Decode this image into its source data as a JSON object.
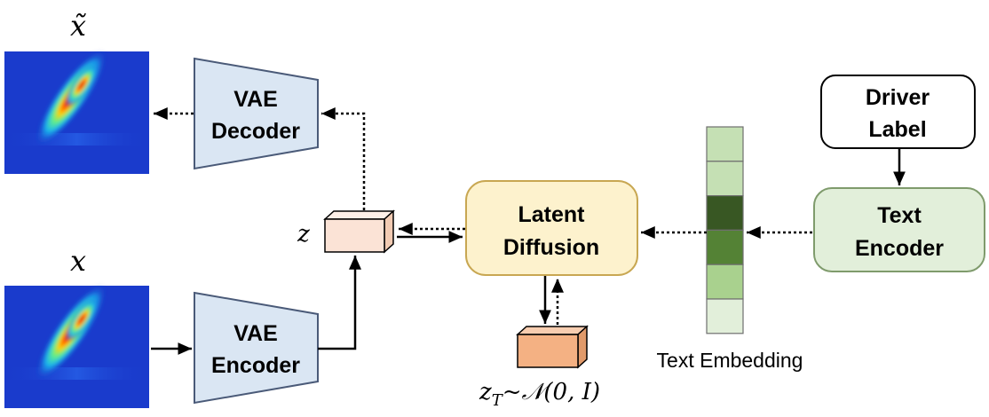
{
  "symbols": {
    "x_tilde": "x̃",
    "x": "x",
    "z": "z",
    "zT_main": "z",
    "zT_sub": "T",
    "zT_rest": "~𝒩(0, I)"
  },
  "boxes": {
    "vae_decoder": {
      "line1": "VAE",
      "line2": "Decoder"
    },
    "vae_encoder": {
      "line1": "VAE",
      "line2": "Encoder"
    },
    "latent_diffusion": {
      "line1": "Latent",
      "line2": "Diffusion"
    },
    "text_encoder": {
      "line1": "Text",
      "line2": "Encoder"
    },
    "driver_label": {
      "line1": "Driver",
      "line2": "Label"
    }
  },
  "captions": {
    "text_embedding": "Text Embedding"
  },
  "colors": {
    "vae_fill": "#dae6f3",
    "vae_stroke": "#4a5a78",
    "latent_fill": "#fdf2cd",
    "latent_stroke": "#c8a752",
    "text_encoder_fill": "#e2efda",
    "text_encoder_stroke": "#7f9b6c",
    "z_cube": "#fbe3d6",
    "zT_cube": "#f4b183",
    "heatmap_bg": "#1a3bcc",
    "embedding_cells": [
      "#c5e0b4",
      "#c5e0b4",
      "#385723",
      "#548235",
      "#a9d18e",
      "#e2efda"
    ]
  }
}
